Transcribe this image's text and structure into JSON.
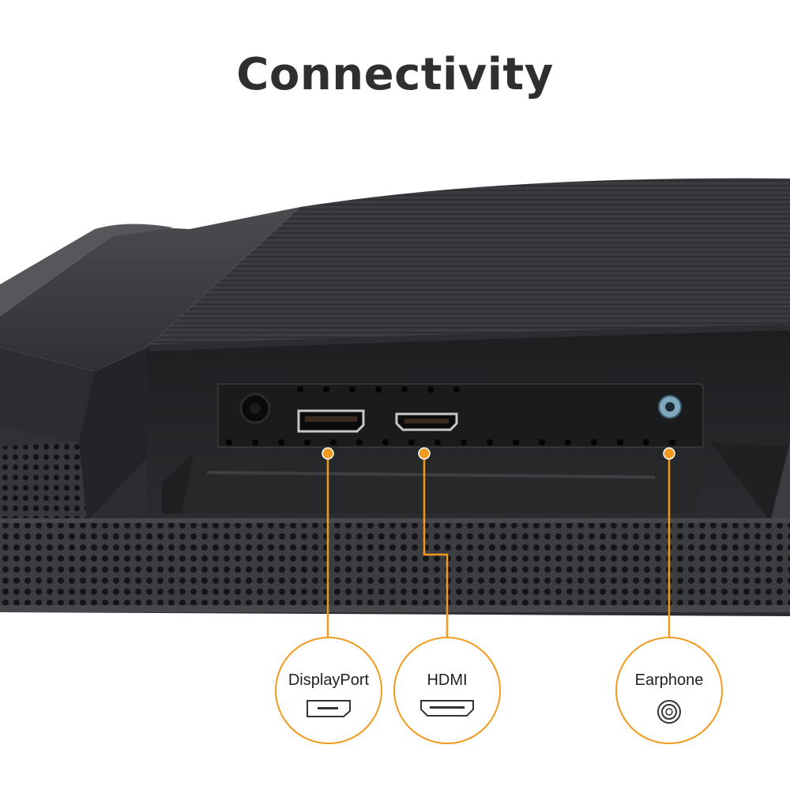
{
  "page": {
    "title": "Connectivity"
  },
  "callouts": [
    {
      "label": "DisplayPort",
      "icon": "displayport-icon"
    },
    {
      "label": "HDMI",
      "icon": "hdmi-icon"
    },
    {
      "label": "Earphone",
      "icon": "earphone-jack-icon"
    }
  ],
  "colors": {
    "accent": "#f29a1f",
    "monitor_body": "#2b2d30",
    "title_text": "#2f2f2f"
  }
}
